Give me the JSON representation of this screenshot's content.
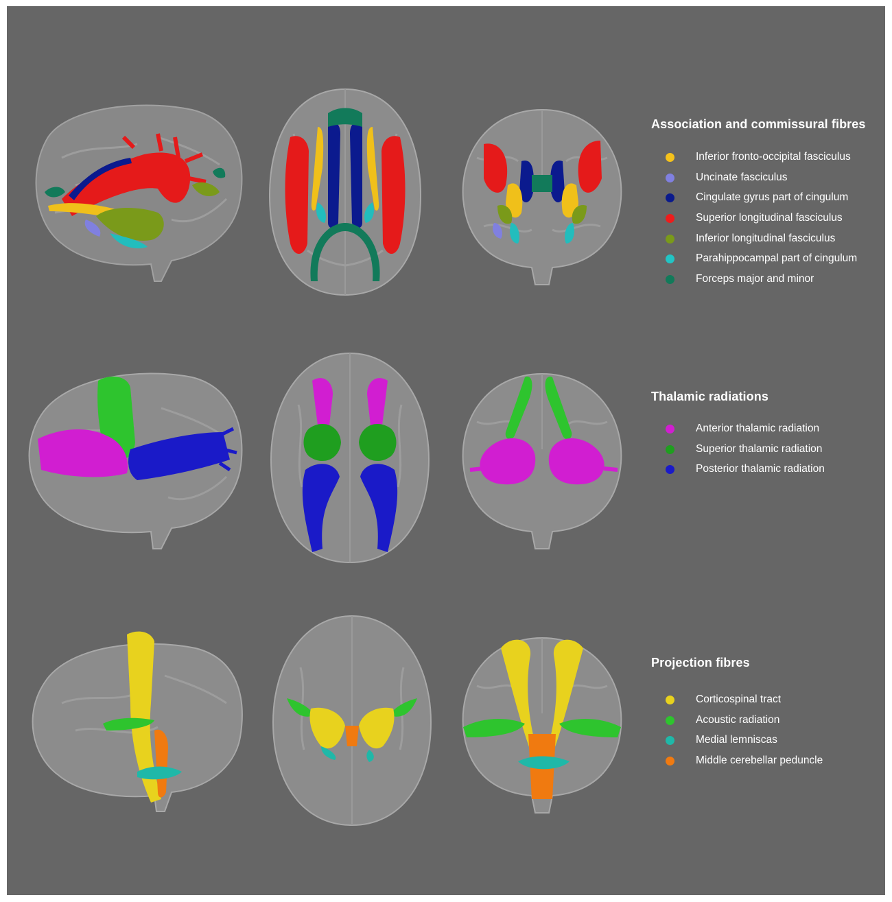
{
  "sections": [
    {
      "title": "Association  and commissural fibres",
      "items": [
        {
          "label": "Inferior fronto-occipital  fasciculus",
          "color": "#f5c21b"
        },
        {
          "label": "Uncinate  fasciculus",
          "color": "#8080e0"
        },
        {
          "label": "Cingulate  gyrus part of cingulum",
          "color": "#0a1a8c"
        },
        {
          "label": "Superior longitudinal  fasciculus",
          "color": "#ee1c1c"
        },
        {
          "label": "Inferior longitudinal  fasciculus",
          "color": "#7a9a1a"
        },
        {
          "label": "Parahippocampal  part of cingulum",
          "color": "#22c4c4"
        },
        {
          "label": "Forceps  major and minor",
          "color": "#127a5a"
        }
      ]
    },
    {
      "title": "Thalamic radiations",
      "items": [
        {
          "label": "Anterior thalamic  radiation",
          "color": "#d11ed1"
        },
        {
          "label": "Superior thalamic  radiation",
          "color": "#1f9e1f"
        },
        {
          "label": "Posterior thalamic  radiation",
          "color": "#1a1ac8"
        }
      ]
    },
    {
      "title": "Projection fibres",
      "items": [
        {
          "label": "Corticospinal  tract",
          "color": "#e8d21e"
        },
        {
          "label": "Acoustic radiation",
          "color": "#2ec42e"
        },
        {
          "label": "Medial lemniscas",
          "color": "#1fb8a8"
        },
        {
          "label": "Middle  cerebellar  peduncle",
          "color": "#f07a10"
        }
      ]
    }
  ]
}
